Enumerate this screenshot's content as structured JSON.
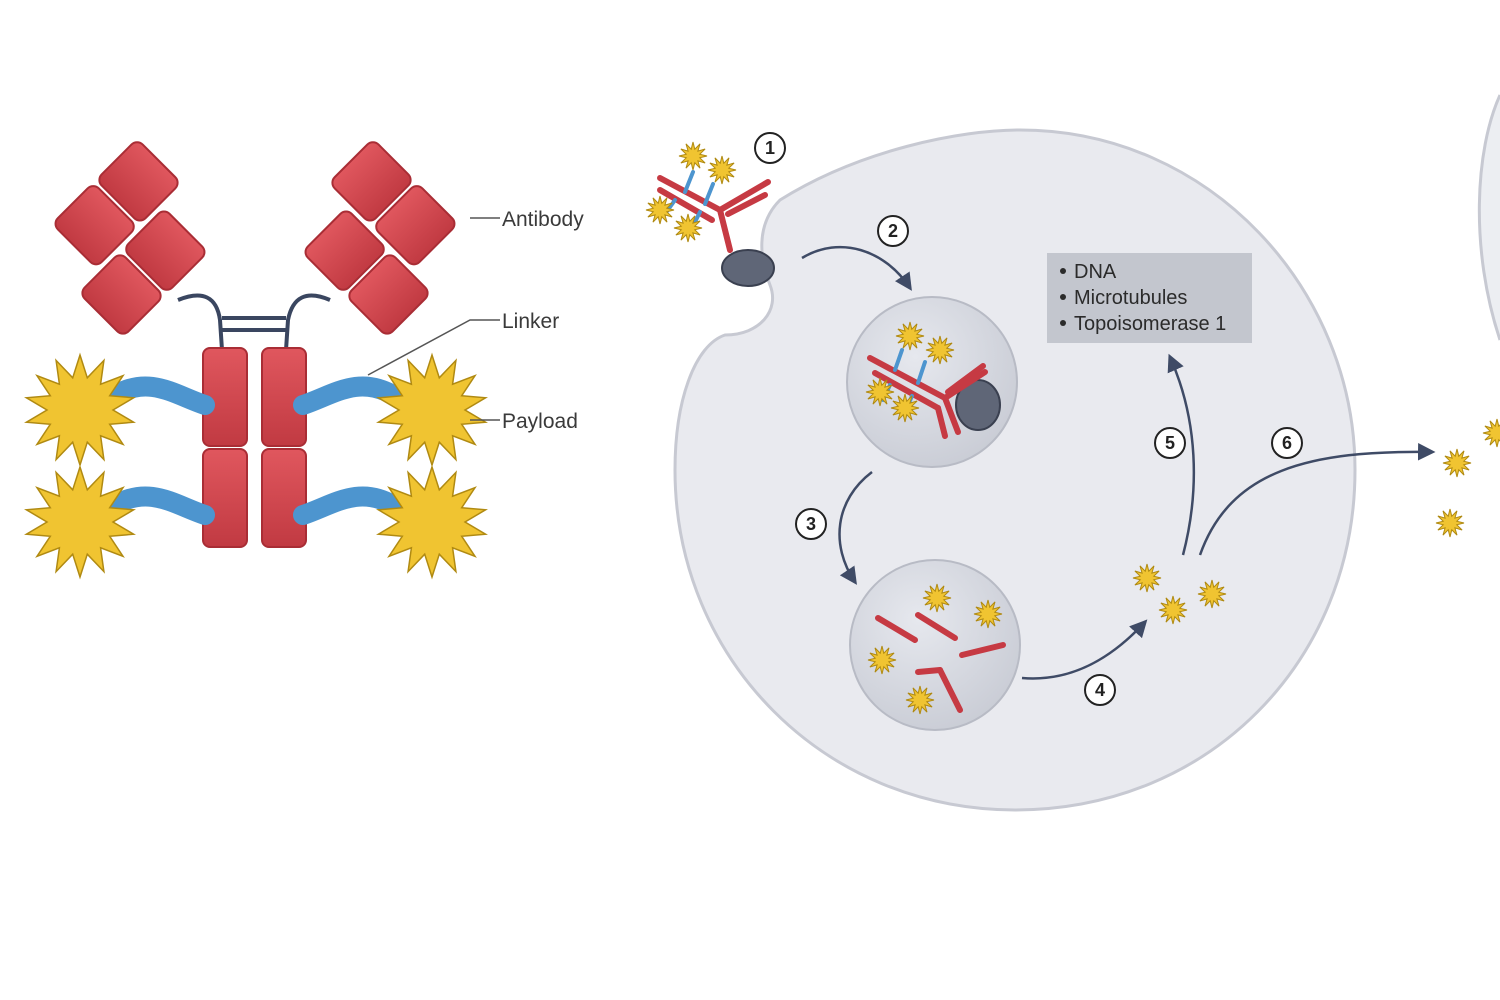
{
  "labels": {
    "antibody": "Antibody",
    "linker": "Linker",
    "payload": "Payload"
  },
  "steps": [
    "1",
    "2",
    "3",
    "4",
    "5",
    "6"
  ],
  "targets": [
    "DNA",
    "Microtubules",
    "Topoisomerase 1"
  ],
  "colors": {
    "antibody": "#d2434b",
    "antibody_dark": "#a92d35",
    "linker": "#4d95cf",
    "payload": "#f0c431",
    "payload_dark": "#b08a12",
    "cell_fill": "#e9eaef",
    "cell_stroke": "#c7c9d2",
    "vesicle_fill": "#d9dbe2",
    "receptor": "#5f6677",
    "arrow": "#3f4b66",
    "target_box": "#c3c6ce"
  }
}
